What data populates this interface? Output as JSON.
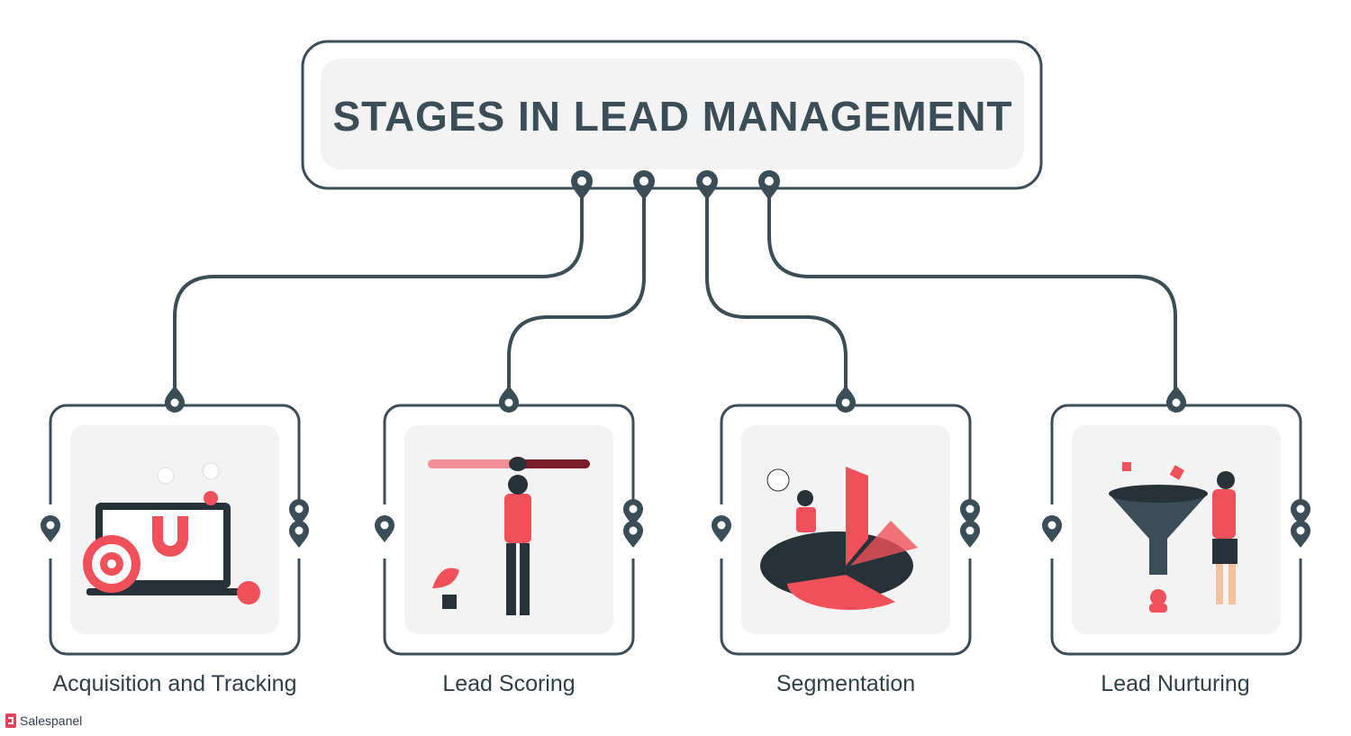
{
  "title": "STAGES IN LEAD MANAGEMENT",
  "stages": [
    {
      "label": "Acquisition and Tracking",
      "icon": "magnet-laptop-illustration"
    },
    {
      "label": "Lead Scoring",
      "icon": "scoring-slider-illustration"
    },
    {
      "label": "Segmentation",
      "icon": "pie-chart-illustration"
    },
    {
      "label": "Lead Nurturing",
      "icon": "funnel-illustration"
    }
  ],
  "brand": {
    "name": "Salespanel"
  },
  "colors": {
    "line": "#3b4d57",
    "panel": "#f3f3f3",
    "accent": "#f0505a",
    "dark": "#263238"
  }
}
